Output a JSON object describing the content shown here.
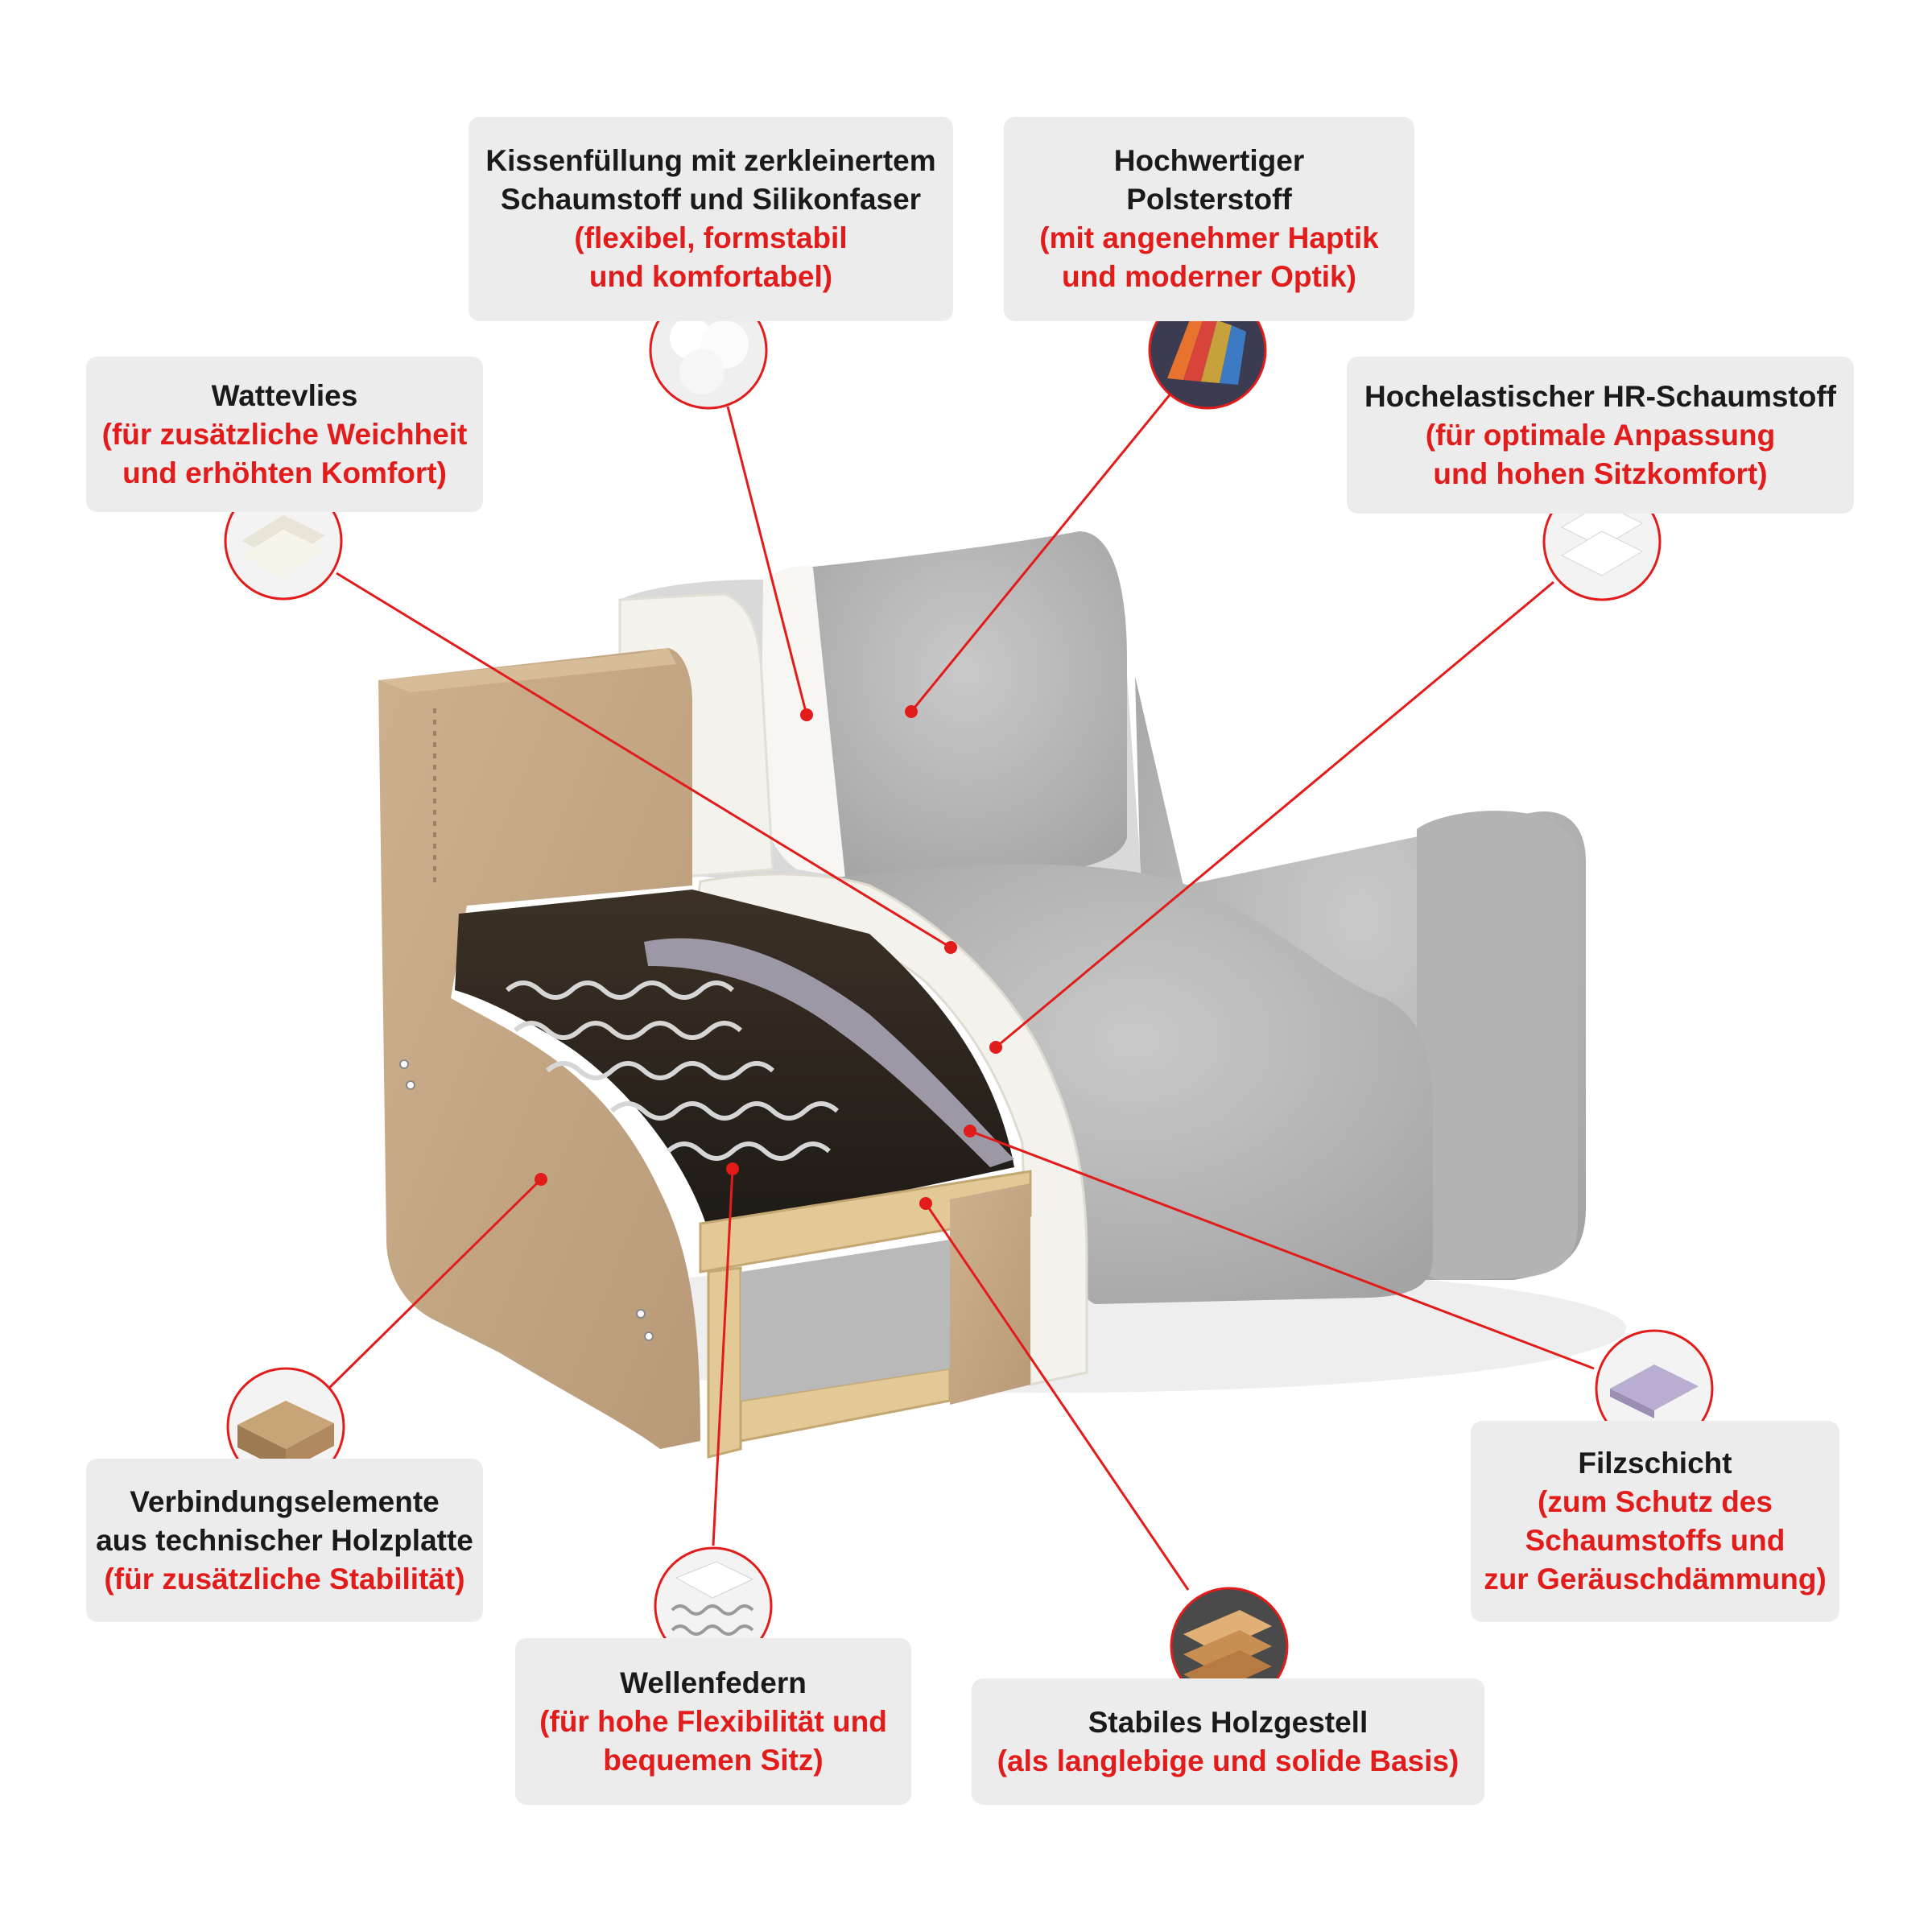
{
  "labels": {
    "kissen": {
      "lines": [
        "Kissenfüllung mit zerkleinertem",
        "Schaumstoff und Silikonfaser"
      ],
      "sub": [
        "(flexibel, formstabil",
        "und komfortabel)"
      ]
    },
    "polster": {
      "lines": [
        "Hochwertiger",
        "Polsterstoff"
      ],
      "sub": [
        "(mit angenehmer Haptik",
        "und moderner Optik)"
      ]
    },
    "watte": {
      "lines": [
        "Wattevlies"
      ],
      "sub": [
        "(für zusätzliche Weichheit",
        "und erhöhten Komfort)"
      ]
    },
    "hr": {
      "lines": [
        "Hochelastischer HR-Schaumstoff"
      ],
      "sub": [
        "(für optimale Anpassung",
        "und hohen Sitzkomfort)"
      ]
    },
    "verbindung": {
      "lines": [
        "Verbindungselemente",
        "aus technischer Holzplatte"
      ],
      "sub": [
        "(für zusätzliche Stabilität)"
      ]
    },
    "wellen": {
      "lines": [
        "Wellenfedern"
      ],
      "sub": [
        "(für hohe Flexibilität und",
        "bequemen Sitz)"
      ]
    },
    "holz": {
      "lines": [
        "Stabiles Holzgestell"
      ],
      "sub": [
        "(als langlebige und solide Basis)"
      ]
    },
    "filz": {
      "lines": [
        "Filzschicht"
      ],
      "sub": [
        "(zum Schutz des",
        "Schaumstoffs und",
        "zur Geräuschdämmung)"
      ]
    }
  },
  "colors": {
    "accent": "#e21b1b",
    "box": "#ececec",
    "fabric": "#b8b8b8",
    "board": "#c7a987",
    "foam": "#f4f2ec",
    "felt": "#9c98a6",
    "wood": "#e2c995"
  }
}
